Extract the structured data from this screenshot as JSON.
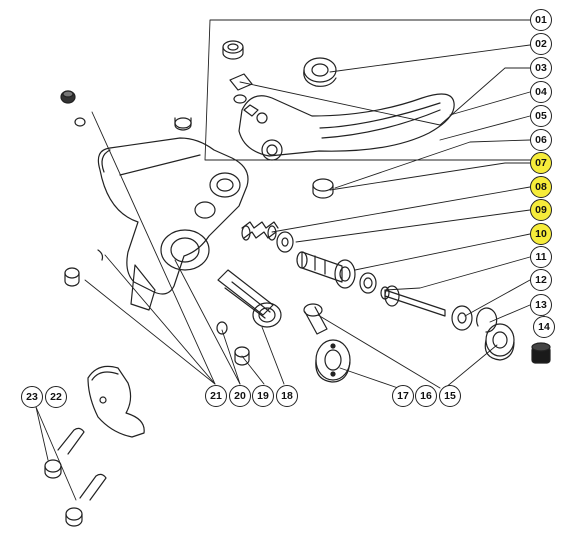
{
  "highlight_color": "#f6ec3a",
  "callouts": [
    {
      "label": "01",
      "highlighted": false
    },
    {
      "label": "02",
      "highlighted": false
    },
    {
      "label": "03",
      "highlighted": false
    },
    {
      "label": "04",
      "highlighted": false
    },
    {
      "label": "05",
      "highlighted": false
    },
    {
      "label": "06",
      "highlighted": false
    },
    {
      "label": "07",
      "highlighted": true
    },
    {
      "label": "08",
      "highlighted": true
    },
    {
      "label": "09",
      "highlighted": true
    },
    {
      "label": "10",
      "highlighted": true
    },
    {
      "label": "11",
      "highlighted": false
    },
    {
      "label": "12",
      "highlighted": false
    },
    {
      "label": "13",
      "highlighted": false
    },
    {
      "label": "14",
      "highlighted": false
    },
    {
      "label": "15",
      "highlighted": false
    },
    {
      "label": "16",
      "highlighted": false
    },
    {
      "label": "17",
      "highlighted": false
    },
    {
      "label": "18",
      "highlighted": false
    },
    {
      "label": "19",
      "highlighted": false
    },
    {
      "label": "20",
      "highlighted": false
    },
    {
      "label": "21",
      "highlighted": false
    },
    {
      "label": "22",
      "highlighted": false
    },
    {
      "label": "23",
      "highlighted": false
    }
  ]
}
